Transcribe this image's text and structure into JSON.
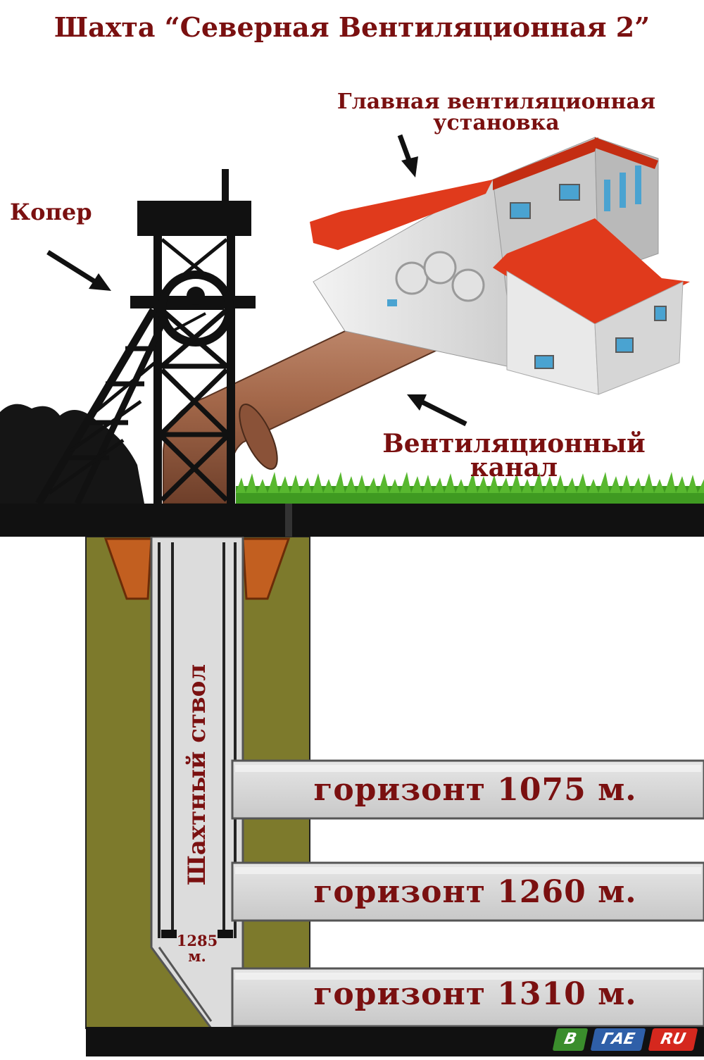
{
  "title": "Шахта “Северная Вентиляционная 2”",
  "labels": {
    "main_fan_line1": "Главная вентиляционная",
    "main_fan_line2": "установка",
    "headframe": "Копер",
    "duct_line1": "Вентиляционный",
    "duct_line2": "канал",
    "shaft": "Шахтный ствол",
    "depth_value": "1285",
    "depth_unit": "м."
  },
  "horizons": [
    {
      "label": "горизонт 1075 м.",
      "depth_m": 1075
    },
    {
      "label": "горизонт 1260 м.",
      "depth_m": 1260
    },
    {
      "label": "горизонт 1310 м.",
      "depth_m": 1310
    }
  ],
  "logo": {
    "part1": "В",
    "part2": "ГАЕ",
    "part3": "RU"
  },
  "colors": {
    "label_text": "#7a1010",
    "rock": "#7d7a2c",
    "collar": "#c25f20",
    "roof": "#e03a1c",
    "pipe": "#a4684a",
    "grass": "#3f9a21",
    "tunnel": "#d6d6d6",
    "logo_green": "#3a8d2c",
    "logo_blue": "#2f5fa8",
    "logo_red": "#d5281e"
  }
}
